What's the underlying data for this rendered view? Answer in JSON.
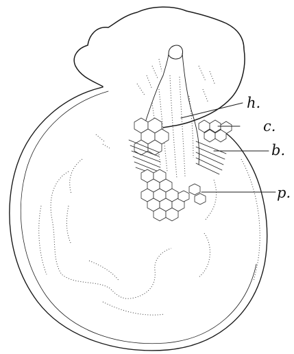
{
  "figure": {
    "labels": {
      "h": "h.",
      "c": "c.",
      "b": "b.",
      "p": "p."
    }
  }
}
